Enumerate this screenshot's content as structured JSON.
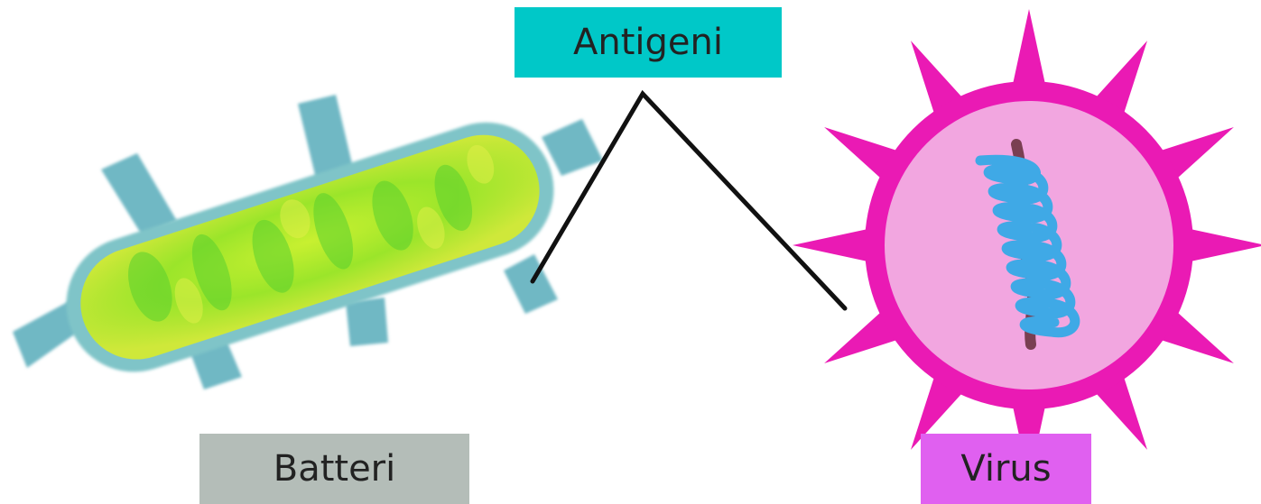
{
  "labels": {
    "antigen": "Antigeni",
    "bacteria": "Batteri",
    "virus": "Virus"
  },
  "colors": {
    "antigen_label_bg": "#00c8c8",
    "bacteria_label_bg": "#b4bdb8",
    "virus_label_bg": "#e060f0",
    "bacteria_body": "#9be52a",
    "bacteria_outline": "#7fc4c8",
    "bacteria_pili": "#6fb8c4",
    "virus_spikes": "#ea1ab4",
    "virus_core": "#f2a6e0",
    "virus_rna_blue": "#3fa9e6",
    "virus_rna_brown": "#7a3f52",
    "pointer_line": "#111111"
  },
  "icons": {
    "bacteria": "bacterium-icon",
    "virus": "virus-icon"
  }
}
